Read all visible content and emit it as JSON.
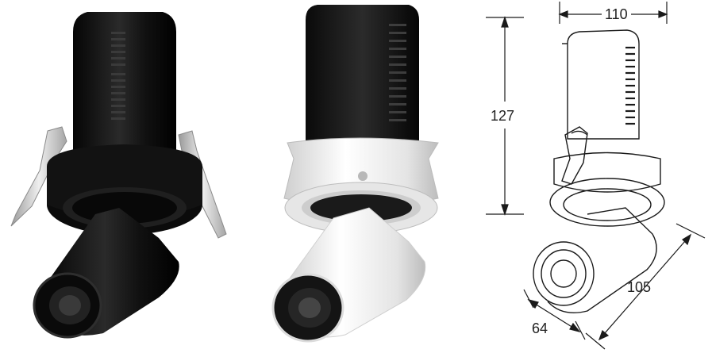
{
  "products": [
    {
      "finish": "black",
      "body_color": "#141414",
      "trim_color": "#0c0c0c",
      "clip_color": "#c9c9c9"
    },
    {
      "finish": "white",
      "body_color": "#f1f1f1",
      "trim_color": "#d9d9d9",
      "heatsink_color": "#161616"
    }
  ],
  "dimensions": {
    "width": "110",
    "height": "127",
    "cylinder_length": "105",
    "cylinder_diameter": "64"
  }
}
